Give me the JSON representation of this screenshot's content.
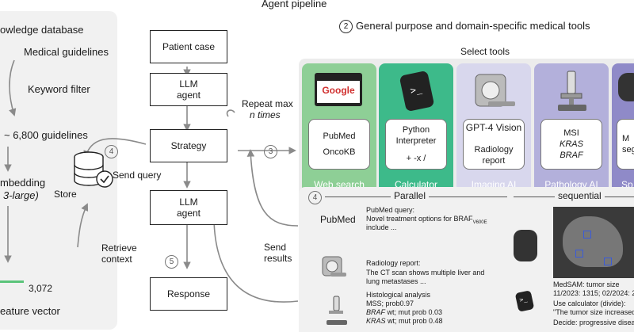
{
  "header": {
    "title": "Agent pipeline"
  },
  "left": {
    "knowledge_db": "owledge database",
    "guidelines": "Medical guidelines",
    "keyword_filter": "Keyword filter",
    "count": "~ 6,800 guidelines",
    "embedding_line1": "mbedding",
    "embedding_line2": "3-large)",
    "feature_value": "3,072",
    "feature_label": "eature vector"
  },
  "pipeline": {
    "patient_case": "Patient case",
    "llm_agent_1a": "LLM",
    "llm_agent_1b": "agent",
    "strategy": "Strategy",
    "llm_agent_2a": "LLM",
    "llm_agent_2b": "agent",
    "response": "Response",
    "store": "Store",
    "send_query": "Send query",
    "retrieve_1": "Retrieve",
    "retrieve_2": "context",
    "repeat_1": "Repeat max",
    "repeat_2": "n times",
    "send_results_1": "Send",
    "send_results_2": "results",
    "step3": "3",
    "step4": "4",
    "step5": "5"
  },
  "tools": {
    "section_number": "2",
    "section_title": "General purpose and domain-specific medical tools",
    "select_tools": "Select tools",
    "cards": [
      {
        "title": "Web search",
        "lines": [
          "PubMed",
          "OncoKB"
        ],
        "color": "#8ecf96"
      },
      {
        "title": "Calculator",
        "lines": [
          "Python",
          "Interpreter",
          "+ -x /"
        ],
        "color": "#3dba8a"
      },
      {
        "title": "Imaging AI",
        "lines": [
          "GPT-4 Vision",
          "Radiology",
          "report"
        ],
        "color": "#d8d7ed"
      },
      {
        "title": "Pathology AI",
        "lines": [
          "MSI",
          "KRAS",
          "BRAF"
        ],
        "color": "#b3b0db"
      },
      {
        "title": "Sp",
        "lines": [
          "M",
          "seg"
        ],
        "color": "#8f8ac8"
      }
    ],
    "google_label": "Google"
  },
  "examples": {
    "step": "4",
    "parallel": "Parallel",
    "sequential": "sequential",
    "pubmed_label": "PubMed",
    "pubmed_query_1": "PubMed query:",
    "pubmed_query_2": "Novel treatment options for BRAF",
    "pubmed_query_2_sub": "V600E",
    "pubmed_query_3": "include ...",
    "radiology_1": "Radiology report:",
    "radiology_2": "The CT scan shows multiple liver and",
    "radiology_3": "lung metastases ...",
    "histo_1": "Histological analysis",
    "histo_2": "MSS; prob0.97",
    "histo_3_a": "BRAF",
    "histo_3_b": " wt; mut prob 0.03",
    "histo_4_a": "KRAS",
    "histo_4_b": " wt; mut prob 0.48",
    "seq_1": "MedSAM: tumor size",
    "seq_2": "11/2023: 1315; 02/2024: 2",
    "seq_3": "Use calculator (divide):",
    "seq_4": "\"The tumor size increased",
    "seq_5": "Decide: progressive diseas"
  }
}
